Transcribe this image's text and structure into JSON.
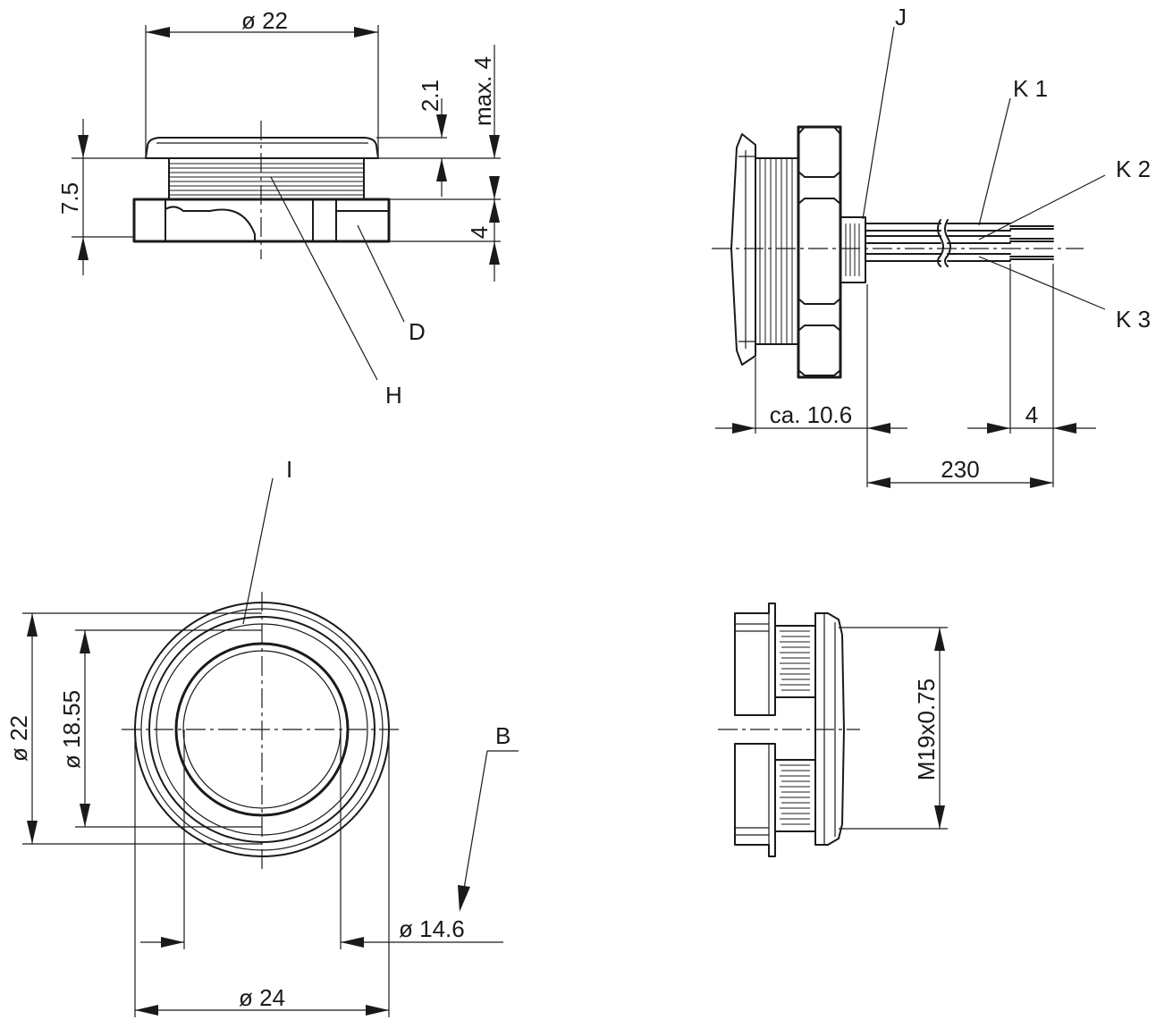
{
  "dimensions": {
    "dia_22_top": "ø 22",
    "h_2_1": "2.1",
    "max_4": "max. 4",
    "h_7_5": "7.5",
    "h_4_side": "4",
    "ca_10_6": "ca. 10.6",
    "len_4": "4",
    "len_230": "230",
    "dia_22_front": "ø 22",
    "dia_18_55": "ø 18.55",
    "dia_14_6": "ø 14.6",
    "dia_24": "ø 24",
    "thread": "M19x0.75"
  },
  "labels": {
    "D": "D",
    "H": "H",
    "J": "J",
    "K1": "K 1",
    "K2": "K 2",
    "K3": "K 3",
    "I": "I",
    "B": "B"
  }
}
